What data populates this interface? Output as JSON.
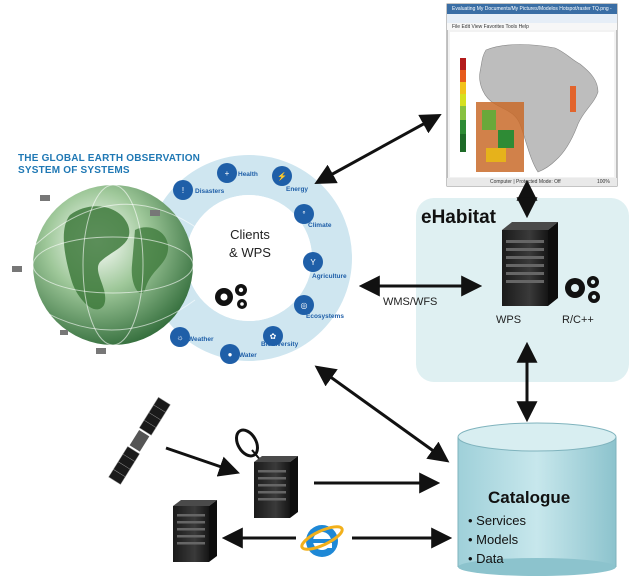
{
  "geoss": {
    "title_line1": "THE GLOBAL EARTH OBSERVATION",
    "title_line2": "SYSTEM OF SYSTEMS"
  },
  "ring": {
    "center_line1": "Clients",
    "center_line2": "& WPS",
    "themes": [
      "Disasters",
      "Health",
      "Energy",
      "Climate",
      "Agriculture",
      "Ecosystems",
      "Biodiversity",
      "Water",
      "Weather"
    ]
  },
  "connection_label": "WMS/WFS",
  "ehabitat": {
    "title": "eHabitat",
    "wps_label": "WPS",
    "rcpp_label": "R/C++"
  },
  "catalogue": {
    "title": "Catalogue",
    "items": [
      "Services",
      "Models",
      "Data"
    ]
  },
  "browser": {
    "title": "Evaluating My Documents/My Pictures/Modelos Hotspot/raster TQ.png - Windows Inte...",
    "menu": [
      "File",
      "Edit",
      "View",
      "Favorites",
      "Tools",
      "Help"
    ],
    "status": "Computer | Protected Mode: Off",
    "zoom": "100%"
  },
  "colors": {
    "ehabitat_bg": "#dff0f2",
    "catalogue_fill": "#b8dde4",
    "ring_fill": "#cfe6f0",
    "icon_blue": "#1f5fa8"
  }
}
